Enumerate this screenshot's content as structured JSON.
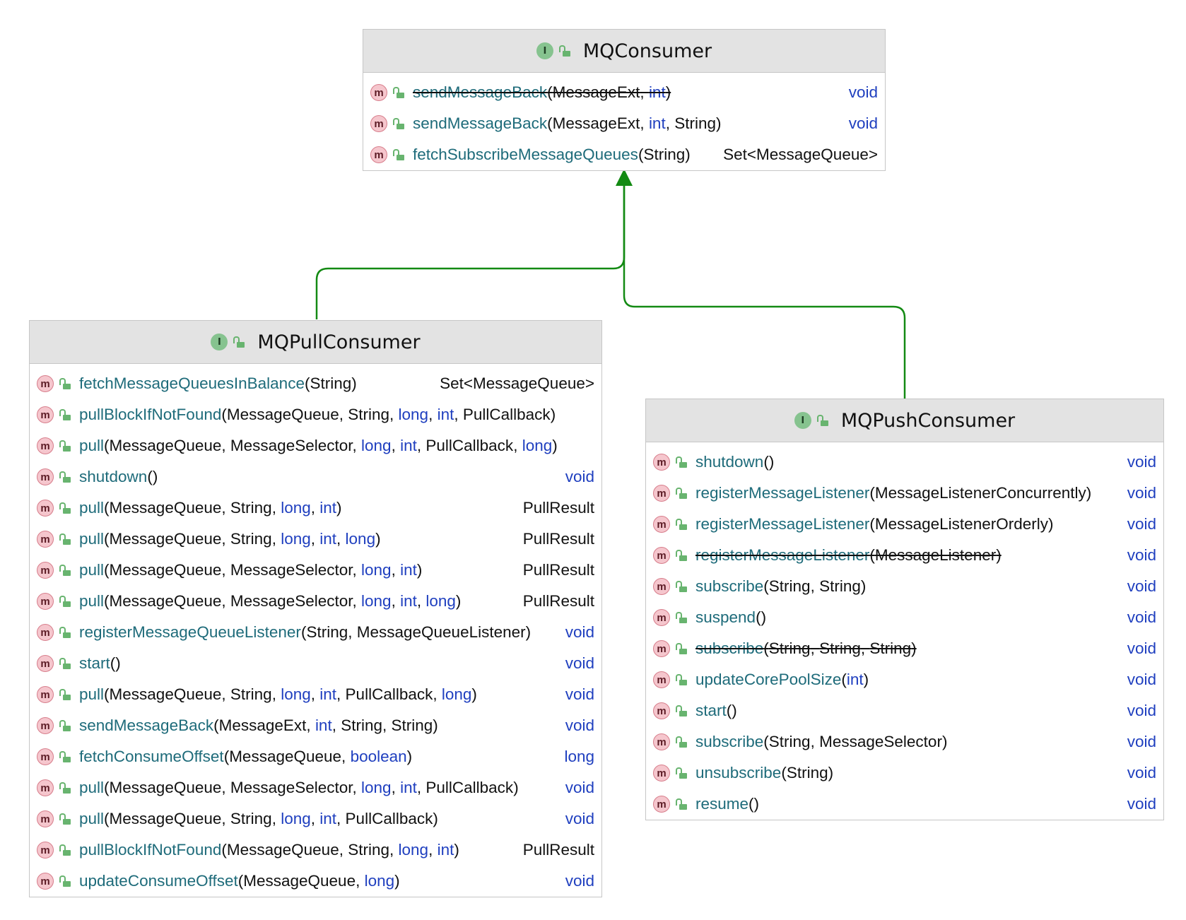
{
  "diagram": {
    "classes": [
      {
        "id": "mqconsumer",
        "name": "MQConsumer",
        "kind_badge": "I",
        "methods": [
          {
            "name": "sendMessageBack",
            "params": [
              "MessageExt",
              "int"
            ],
            "returns": "void",
            "deprecated": true
          },
          {
            "name": "sendMessageBack",
            "params": [
              "MessageExt",
              "int",
              "String"
            ],
            "returns": "void",
            "deprecated": false
          },
          {
            "name": "fetchSubscribeMessageQueues",
            "params": [
              "String"
            ],
            "returns": "Set<MessageQueue>",
            "deprecated": false
          }
        ]
      },
      {
        "id": "mqpullconsumer",
        "name": "MQPullConsumer",
        "kind_badge": "I",
        "methods": [
          {
            "name": "fetchMessageQueuesInBalance",
            "params": [
              "String"
            ],
            "returns": "Set<MessageQueue>",
            "deprecated": false
          },
          {
            "name": "pullBlockIfNotFound",
            "params": [
              "MessageQueue",
              "String",
              "long",
              "int",
              "PullCallback"
            ],
            "returns": "",
            "deprecated": false
          },
          {
            "name": "pull",
            "params": [
              "MessageQueue",
              "MessageSelector",
              "long",
              "int",
              "PullCallback",
              "long"
            ],
            "returns": "",
            "deprecated": false
          },
          {
            "name": "shutdown",
            "params": [],
            "returns": "void",
            "deprecated": false
          },
          {
            "name": "pull",
            "params": [
              "MessageQueue",
              "String",
              "long",
              "int"
            ],
            "returns": "PullResult",
            "deprecated": false
          },
          {
            "name": "pull",
            "params": [
              "MessageQueue",
              "String",
              "long",
              "int",
              "long"
            ],
            "returns": "PullResult",
            "deprecated": false
          },
          {
            "name": "pull",
            "params": [
              "MessageQueue",
              "MessageSelector",
              "long",
              "int"
            ],
            "returns": "PullResult",
            "deprecated": false
          },
          {
            "name": "pull",
            "params": [
              "MessageQueue",
              "MessageSelector",
              "long",
              "int",
              "long"
            ],
            "returns": "PullResult",
            "deprecated": false
          },
          {
            "name": "registerMessageQueueListener",
            "params": [
              "String",
              "MessageQueueListener"
            ],
            "returns": "void",
            "deprecated": false
          },
          {
            "name": "start",
            "params": [],
            "returns": "void",
            "deprecated": false
          },
          {
            "name": "pull",
            "params": [
              "MessageQueue",
              "String",
              "long",
              "int",
              "PullCallback",
              "long"
            ],
            "returns": "void",
            "deprecated": false
          },
          {
            "name": "sendMessageBack",
            "params": [
              "MessageExt",
              "int",
              "String",
              "String"
            ],
            "returns": "void",
            "deprecated": false
          },
          {
            "name": "fetchConsumeOffset",
            "params": [
              "MessageQueue",
              "boolean"
            ],
            "returns": "long",
            "deprecated": false
          },
          {
            "name": "pull",
            "params": [
              "MessageQueue",
              "MessageSelector",
              "long",
              "int",
              "PullCallback"
            ],
            "returns": "void",
            "deprecated": false
          },
          {
            "name": "pull",
            "params": [
              "MessageQueue",
              "String",
              "long",
              "int",
              "PullCallback"
            ],
            "returns": "void",
            "deprecated": false
          },
          {
            "name": "pullBlockIfNotFound",
            "params": [
              "MessageQueue",
              "String",
              "long",
              "int"
            ],
            "returns": "PullResult",
            "deprecated": false
          },
          {
            "name": "updateConsumeOffset",
            "params": [
              "MessageQueue",
              "long"
            ],
            "returns": "void",
            "deprecated": false
          }
        ]
      },
      {
        "id": "mqpushconsumer",
        "name": "MQPushConsumer",
        "kind_badge": "I",
        "methods": [
          {
            "name": "shutdown",
            "params": [],
            "returns": "void",
            "deprecated": false
          },
          {
            "name": "registerMessageListener",
            "params": [
              "MessageListenerConcurrently"
            ],
            "returns": "void",
            "deprecated": false
          },
          {
            "name": "registerMessageListener",
            "params": [
              "MessageListenerOrderly"
            ],
            "returns": "void",
            "deprecated": false
          },
          {
            "name": "registerMessageListener",
            "params": [
              "MessageListener"
            ],
            "returns": "void",
            "deprecated": true
          },
          {
            "name": "subscribe",
            "params": [
              "String",
              "String"
            ],
            "returns": "void",
            "deprecated": false
          },
          {
            "name": "suspend",
            "params": [],
            "returns": "void",
            "deprecated": false
          },
          {
            "name": "subscribe",
            "params": [
              "String",
              "String",
              "String"
            ],
            "returns": "void",
            "deprecated": true
          },
          {
            "name": "updateCorePoolSize",
            "params": [
              "int"
            ],
            "returns": "void",
            "deprecated": false
          },
          {
            "name": "start",
            "params": [],
            "returns": "void",
            "deprecated": false
          },
          {
            "name": "subscribe",
            "params": [
              "String",
              "MessageSelector"
            ],
            "returns": "void",
            "deprecated": false
          },
          {
            "name": "unsubscribe",
            "params": [
              "String"
            ],
            "returns": "void",
            "deprecated": false
          },
          {
            "name": "resume",
            "params": [],
            "returns": "void",
            "deprecated": false
          }
        ]
      }
    ],
    "relations": [
      {
        "from": "mqpullconsumer",
        "to": "mqconsumer",
        "type": "extends"
      },
      {
        "from": "mqpushconsumer",
        "to": "mqconsumer",
        "type": "extends"
      }
    ],
    "colors": {
      "header_bg": "#e3e3e3",
      "method_name": "#1e6b7a",
      "keyword": "#1f3fbf",
      "arrow": "#138a13",
      "interface_badge": "#86c38f",
      "method_badge": "#f5c6cd"
    },
    "icons": {
      "interface": "interface-badge-icon",
      "method": "method-badge-icon",
      "visibility": "public-lock-icon"
    }
  }
}
